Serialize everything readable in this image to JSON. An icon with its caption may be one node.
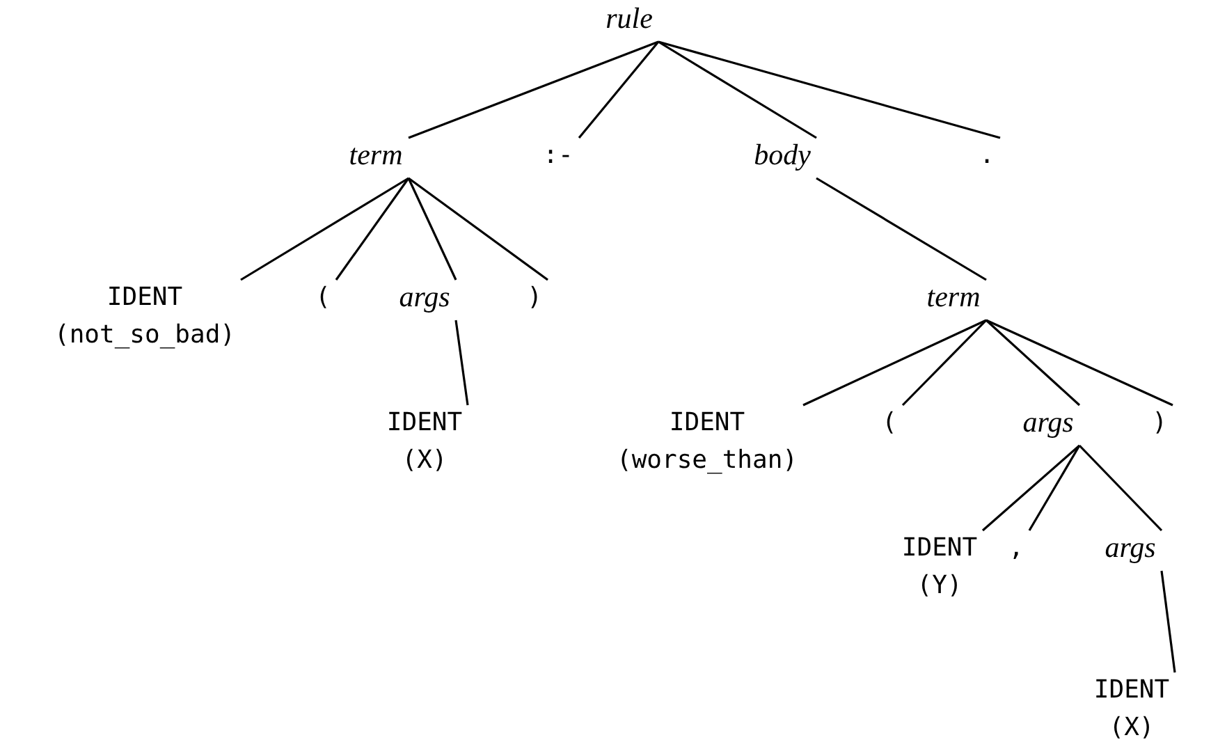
{
  "diagram": {
    "nodes": [
      {
        "text": [
          "rule"
        ]
      },
      {
        "text": [
          "term"
        ]
      },
      {
        "text": [
          ":-"
        ]
      },
      {
        "text": [
          "body"
        ]
      },
      {
        "text": [
          "."
        ]
      },
      {
        "text": [
          "IDENT",
          "(not_so_bad)"
        ]
      },
      {
        "text": [
          "("
        ]
      },
      {
        "text": [
          "args"
        ]
      },
      {
        "text": [
          ")"
        ]
      },
      {
        "text": [
          "IDENT",
          "(X)"
        ]
      },
      {
        "text": [
          "term"
        ]
      },
      {
        "text": [
          "IDENT",
          "(worse_than)"
        ]
      },
      {
        "text": [
          "("
        ]
      },
      {
        "text": [
          "args"
        ]
      },
      {
        "text": [
          ")"
        ]
      },
      {
        "text": [
          "IDENT",
          "(Y)"
        ]
      },
      {
        "text": [
          ","
        ]
      },
      {
        "text": [
          "args"
        ]
      },
      {
        "text": [
          "IDENT",
          "(X)"
        ]
      }
    ],
    "edges": [
      {
        "from": 0,
        "to": 1,
        "arrow": "none"
      },
      {
        "from": 0,
        "to": 2,
        "arrow": "none"
      },
      {
        "from": 0,
        "to": 3,
        "arrow": "none"
      },
      {
        "from": 0,
        "to": 4,
        "arrow": "none"
      },
      {
        "from": 1,
        "to": 5,
        "arrow": "none"
      },
      {
        "from": 1,
        "to": 6,
        "arrow": "none"
      },
      {
        "from": 1,
        "to": 7,
        "arrow": "none"
      },
      {
        "from": 1,
        "to": 8,
        "arrow": "none"
      },
      {
        "from": 7,
        "to": 9,
        "arrow": "none"
      },
      {
        "from": 3,
        "to": 10,
        "arrow": "none"
      },
      {
        "from": 10,
        "to": 11,
        "arrow": "none"
      },
      {
        "from": 10,
        "to": 12,
        "arrow": "none"
      },
      {
        "from": 10,
        "to": 13,
        "arrow": "none"
      },
      {
        "from": 10,
        "to": 14,
        "arrow": "none"
      },
      {
        "from": 13,
        "to": 15,
        "arrow": "none"
      },
      {
        "from": 13,
        "to": 16,
        "arrow": "none"
      },
      {
        "from": 13,
        "to": 17,
        "arrow": "none"
      },
      {
        "from": 17,
        "to": 18,
        "arrow": "none"
      }
    ]
  }
}
